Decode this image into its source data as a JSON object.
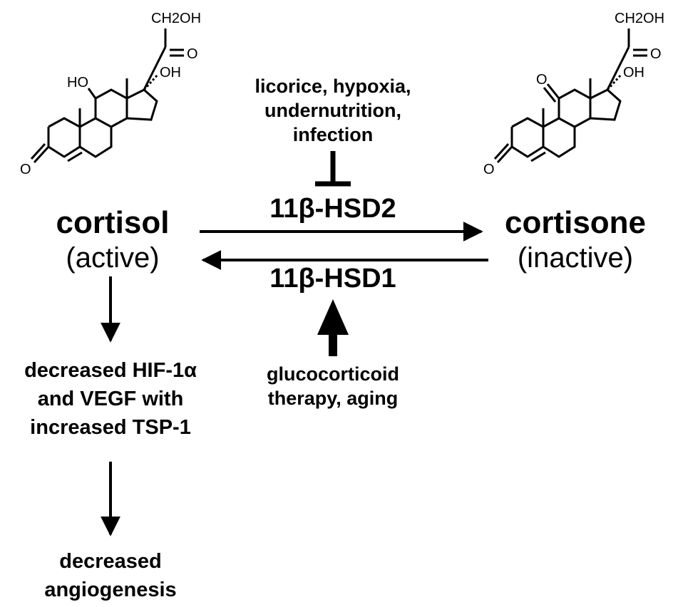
{
  "left_compound": {
    "name": "cortisol",
    "state": "(active)",
    "atom_labels": {
      "top": "CH2OH",
      "side_chain_o": "O",
      "oh_17": "OH",
      "oh_11": "HO",
      "ketone_3": "O"
    }
  },
  "right_compound": {
    "name": "cortisone",
    "state": "(inactive)",
    "atom_labels": {
      "top": "CH2OH",
      "side_chain_o": "O",
      "oh_17": "OH",
      "ketone_11": "O",
      "ketone_3": "O"
    }
  },
  "enzymes": {
    "forward": "11β-HSD2",
    "reverse": "11β-HSD1"
  },
  "inhibitors": {
    "lines": [
      "licorice, hypoxia,",
      "undernutrition,",
      "infection"
    ]
  },
  "activators": {
    "lines": [
      "glucocorticoid",
      "therapy, aging"
    ]
  },
  "downstream": {
    "effect_1": [
      "decreased HIF-1α",
      "and VEGF with",
      "increased TSP-1"
    ],
    "effect_2": [
      "decreased",
      "angiogenesis"
    ]
  }
}
